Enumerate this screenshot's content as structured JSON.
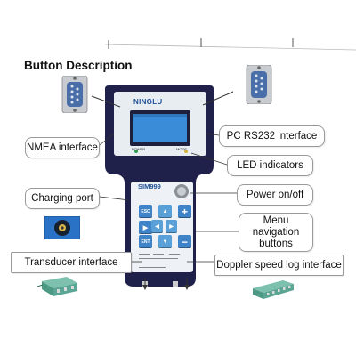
{
  "title": "Button Description",
  "device": {
    "brand": "NINGLU",
    "model": "SIM999",
    "screen_label_left": "POWER",
    "screen_label_right": "MODE",
    "buttons": {
      "esc": "ESC",
      "ent": "ENT",
      "up": "▲",
      "down": "▼",
      "left": "◀",
      "right": "▶",
      "plus": "+",
      "minus": "−",
      "play": "▶"
    }
  },
  "callouts": {
    "nmea": "NMEA interface",
    "pc_rs232": "PC RS232 interface",
    "led": "LED indicators",
    "power": "Power on/off",
    "charging": "Charging port",
    "menu_nav": "Menu navigation buttons",
    "transducer": "Transducer interface",
    "doppler": "Doppler speed log interface"
  },
  "colors": {
    "device_body": "#20214a",
    "screen": "#3a8cd8",
    "button_blue": "#3f84c8",
    "connector_green": "#5aa593"
  }
}
